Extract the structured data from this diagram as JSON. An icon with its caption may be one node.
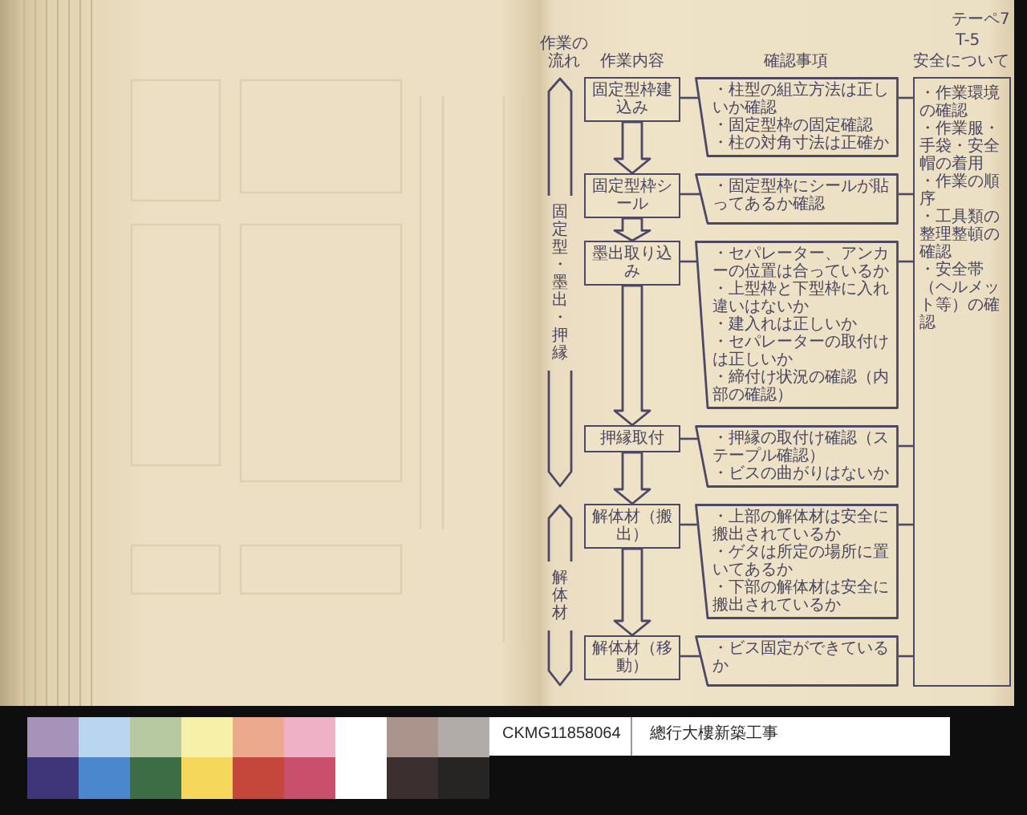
{
  "diagram": {
    "nodes": [
      {
        "text": [
          "固定型・墨出・押縁"
        ]
      },
      {
        "text": [
          "解体材"
        ]
      },
      {
        "text": [
          "固定型枠建込み"
        ]
      },
      {
        "text": [
          "固定型枠シール"
        ]
      },
      {
        "text": [
          "墨出取り込み"
        ]
      },
      {
        "text": [
          "押縁取付"
        ]
      },
      {
        "text": [
          "解体材（搬出）"
        ]
      },
      {
        "text": [
          "解体材（移動）"
        ]
      },
      {
        "text": [
          "・柱型の組立方法は正しいか確認",
          "・固定型枠の固定確認",
          "・柱の対角寸法は正確か"
        ]
      },
      {
        "text": [
          "・固定型枠にシールが貼ってあるか確認"
        ]
      },
      {
        "text": [
          "・セパレーター、アンカーの位置は合っているか",
          "・上型枠と下型枠に入れ違いはないか",
          "・建入れは正しいか",
          "・セパレーターの取付けは正しいか",
          "・締付け状況の確認（内部の確認）"
        ]
      },
      {
        "text": [
          "・押縁の取付け確認（ステープル確認）",
          "・ビスの曲がりはないか"
        ]
      },
      {
        "text": [
          "・上部の解体材は安全に搬出されているか",
          "・ゲタは所定の場所に置いてあるか",
          "・下部の解体材は安全に搬出されているか"
        ]
      },
      {
        "text": [
          "・ビス固定ができているか"
        ]
      },
      {
        "text": [
          "・作業環境の確認",
          "・作業服・手袋・安全帽の着用",
          "・作業の順序",
          "・工具類の整理整頓の確認",
          "・安全帯（ヘルメット等）の確認"
        ]
      }
    ],
    "edges": [
      {
        "from": 2,
        "to": 3,
        "arrow": "to",
        "style": "thick"
      },
      {
        "from": 3,
        "to": 4,
        "arrow": "to",
        "style": "thick"
      },
      {
        "from": 4,
        "to": 5,
        "arrow": "to",
        "style": "thick"
      },
      {
        "from": 5,
        "to": 6,
        "arrow": "to",
        "style": "thick"
      },
      {
        "from": 6,
        "to": 7,
        "arrow": "to",
        "style": "thick"
      },
      {
        "from": 2,
        "to": 8,
        "arrow": "none"
      },
      {
        "from": 3,
        "to": 9,
        "arrow": "none"
      },
      {
        "from": 4,
        "to": 10,
        "arrow": "none"
      },
      {
        "from": 5,
        "to": 11,
        "arrow": "none"
      },
      {
        "from": 6,
        "to": 12,
        "arrow": "none"
      },
      {
        "from": 7,
        "to": 13,
        "arrow": "none"
      },
      {
        "from": 8,
        "to": 14,
        "arrow": "none"
      },
      {
        "from": 9,
        "to": 14,
        "arrow": "none"
      },
      {
        "from": 10,
        "to": 14,
        "arrow": "none"
      },
      {
        "from": 11,
        "to": 14,
        "arrow": "none"
      },
      {
        "from": 12,
        "to": 14,
        "arrow": "none"
      },
      {
        "from": 13,
        "to": 14,
        "arrow": "none"
      }
    ],
    "labels": [
      "テーペ7",
      "T-5",
      "作業の流れ",
      "作業内容",
      "確認事項",
      "安全について",
      "CKMG11858064",
      "總行大樓新築工事"
    ]
  }
}
